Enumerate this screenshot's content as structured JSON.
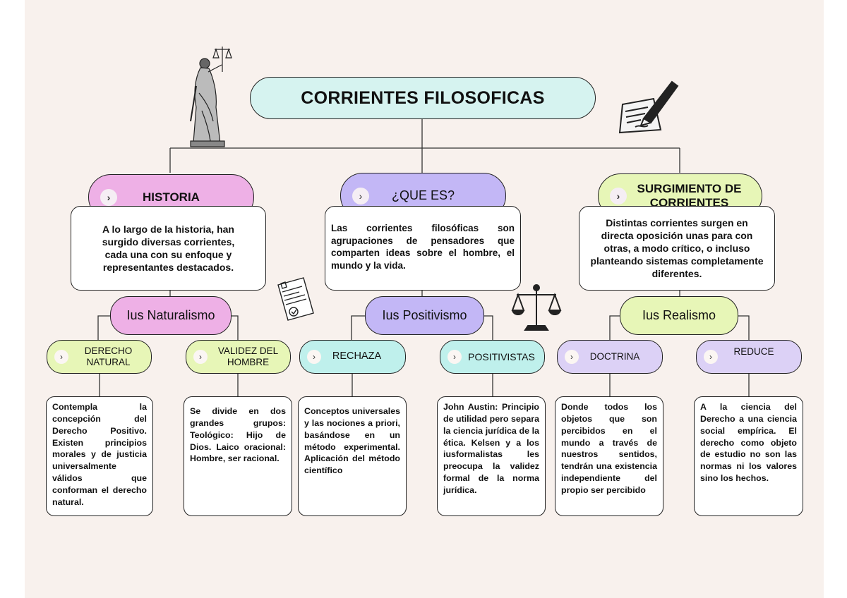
{
  "title": "CORRIENTES FILOSOFICAS",
  "branches": [
    {
      "header": "HISTORIA",
      "text": "A lo largo de la historia, han surgido diversas corrientes, cada una con su enfoque y representantes destacados.",
      "ius": "Ius Naturalismo",
      "subs": [
        {
          "label": "DERECHO NATURAL",
          "text": "Contempla la concepción del Derecho Positivo. Existen principios morales y de justicia universalmente válidos que conforman el derecho natural."
        },
        {
          "label": "VALIDEZ DEL HOMBRE",
          "text": "Se divide en dos grandes grupos: Teológico: Hijo de Dios. Laico oracional: Hombre, ser racional."
        }
      ]
    },
    {
      "header": "¿QUE ES?",
      "text": "Las corrientes filosóficas son agrupaciones de pensadores que comparten ideas sobre el hombre, el mundo y la vida.",
      "ius": "Ius Positivismo",
      "subs": [
        {
          "label": "RECHAZA",
          "text": "Conceptos universales y las nociones a priori, basándose en un método experimental. Aplicación del método científico"
        },
        {
          "label": "POSITIVISTAS",
          "text": "John Austin: Principio de utilidad pero separa la ciencia jurídica de la ética. Kelsen y a los iusformalistas les preocupa la validez formal de la norma jurídica."
        }
      ]
    },
    {
      "header": "SURGIMIENTO DE CORRIENTES",
      "text": "Distintas corrientes surgen en directa oposición unas para con otras, a modo crítico, o incluso planteando sistemas completamente diferentes.",
      "ius": "Ius Realismo",
      "subs": [
        {
          "label": "DOCTRINA",
          "text": "Donde todos los objetos que son percibidos en el mundo a través de nuestros sentidos, tendrán una existencia independiente del propio ser percibido"
        },
        {
          "label": "REDUCE",
          "text": "A la ciencia del Derecho a una ciencia social empírica. El derecho como objeto de estudio no son las normas ni los valores sino los hechos."
        }
      ]
    }
  ],
  "icons": {
    "chevron": "›",
    "justice_statue": "justice-statue-icon",
    "signing_pen": "pen-document-icon",
    "contract": "contract-document-icon",
    "scales": "scales-icon"
  },
  "colors": {
    "background": "#f8f1ed",
    "title": "#d6f3f0",
    "historia": "#eeb0e6",
    "quees": "#c3b7f6",
    "surgimiento": "#e7f6b7",
    "ius_nat": "#eeb0e6",
    "ius_pos": "#c3b7f6",
    "ius_real": "#e7f6b7",
    "sub_green": "#e7f6b7",
    "sub_teal": "#bff0ec",
    "sub_lilac": "#dcd1f6"
  }
}
